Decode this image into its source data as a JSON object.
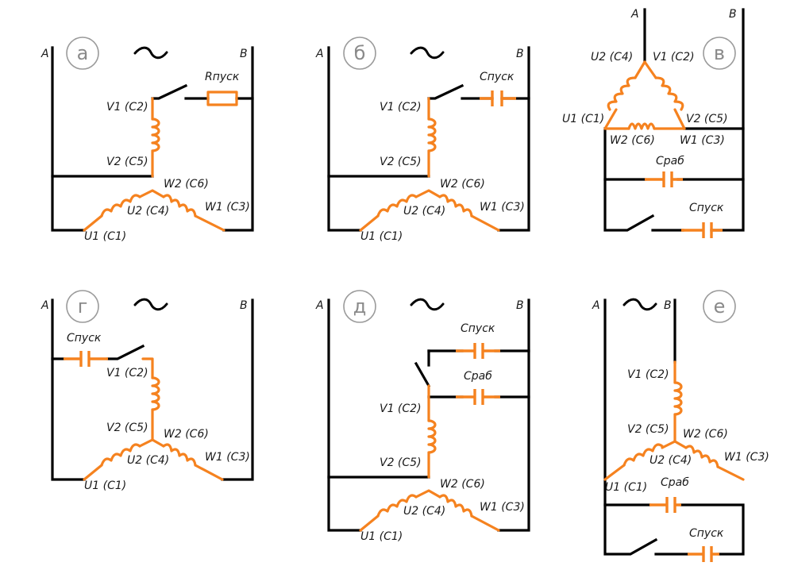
{
  "panels": [
    {
      "letter": "а",
      "line_a": "A",
      "line_b": "B",
      "windings": {
        "v1": "V1 (C2)",
        "v2": "V2 (C5)",
        "w2": "W2 (C6)",
        "u2": "U2 (C4)",
        "w1": "W1 (C3)",
        "u1": "U1 (C1)"
      },
      "start_element": "Rпуск"
    },
    {
      "letter": "б",
      "line_a": "A",
      "line_b": "B",
      "windings": {
        "v1": "V1 (C2)",
        "v2": "V2 (C5)",
        "w2": "W2 (C6)",
        "u2": "U2 (C4)",
        "w1": "W1 (C3)",
        "u1": "U1 (C1)"
      },
      "start_element": "Cпуск"
    },
    {
      "letter": "в",
      "line_a": "A",
      "line_b": "B",
      "windings": {
        "u2": "U2 (C4)",
        "v1": "V1 (C2)",
        "u1": "U1 (C1)",
        "v2": "V2 (C5)",
        "w2": "W2 (C6)",
        "w1": "W1 (C3)"
      },
      "run_element": "Cраб",
      "start_element": "Cпуск"
    },
    {
      "letter": "г",
      "line_a": "A",
      "line_b": "B",
      "windings": {
        "v1": "V1 (C2)",
        "v2": "V2 (C5)",
        "w2": "W2 (C6)",
        "u2": "U2 (C4)",
        "w1": "W1 (C3)",
        "u1": "U1 (C1)"
      },
      "start_element": "Cпуск"
    },
    {
      "letter": "д",
      "line_a": "A",
      "line_b": "B",
      "windings": {
        "v1": "V1 (C2)",
        "v2": "V2 (C5)",
        "w2": "W2 (C6)",
        "u2": "U2 (C4)",
        "w1": "W1 (C3)",
        "u1": "U1 (C1)"
      },
      "start_element": "Cпуск",
      "run_element": "Cраб"
    },
    {
      "letter": "е",
      "line_a": "A",
      "line_b": "B",
      "windings": {
        "v1": "V1 (C2)",
        "v2": "V2 (C5)",
        "w2": "W2 (C6)",
        "u2": "U2 (C4)",
        "w1": "W1 (C3)",
        "u1": "U1 (C1)"
      },
      "run_element": "Cраб",
      "start_element": "Cпуск"
    }
  ],
  "colors": {
    "wire": "#000000",
    "component": "#f5821f",
    "circle": "#9a9a9a"
  },
  "icons": {
    "ac_source": "tilde-icon",
    "switch": "switch-icon",
    "capacitor": "capacitor-icon",
    "resistor": "resistor-icon",
    "inductor": "coil-icon"
  }
}
